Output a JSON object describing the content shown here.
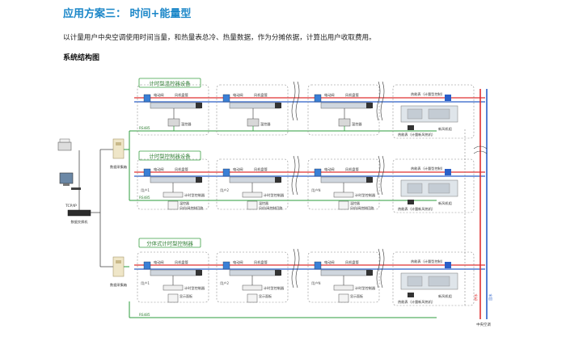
{
  "header": {
    "title": "应用方案三： 时间+能量型",
    "description": "以计量用户中央空调使用时间当量，和热量表总冷、热量数据，作为分摊依据，计算出用户收取费用。",
    "subheading": "系统结构图"
  },
  "groups": [
    {
      "label": "计时型温控器设备"
    },
    {
      "label": "计时型控制器设备"
    },
    {
      "label": "分体式计时型控制器"
    }
  ],
  "labels": {
    "collector": "数据采集箱",
    "switch": "数据交换机",
    "tcpip": "TCP/IP",
    "rs485": "RS485",
    "valve": "电动阀",
    "fan_coil": "风机盘管",
    "thermostat": "温控器",
    "timer_controller": "计时型控制器",
    "thermostat_fan_valve": "温控器\n风机/阀控制回路",
    "display_panel": "显示面板",
    "meter_main": "热能表（计量型控制）",
    "meter_ahu": "热能表（计量新风热机）",
    "ahu": "新风机组",
    "user1": "用户1",
    "user2": "用户2",
    "usern": "用户N",
    "hot_water_supply": "供水",
    "return_water": "回水",
    "central_ac": "中央空调"
  },
  "colors": {
    "title": "#1a86c8",
    "supply_pipe": "#e03030",
    "return_pipe": "#2a5fc8",
    "bus_line": "#2e9e3c",
    "group_label_border": "#3aa042",
    "box_border": "#8a8a8a"
  }
}
